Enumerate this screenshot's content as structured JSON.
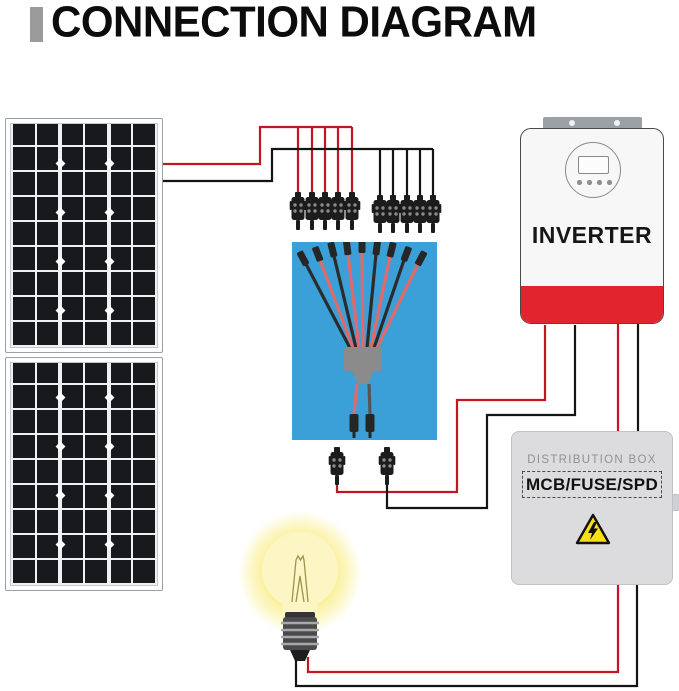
{
  "title": "CONNECTION DIAGRAM",
  "colors": {
    "title_bar": "#9b9b9b",
    "wire_red": "#c31623",
    "wire_black": "#141414",
    "inverter_red": "#e2242f",
    "photo_blue": "#3ba0d8",
    "box_gray": "#dcdcde",
    "warning_yellow": "#f8e112",
    "panel_cell": "#17191d",
    "bulb_glow": "#faee8e"
  },
  "inverter": {
    "label": "INVERTER"
  },
  "distribution_box": {
    "title": "DISTRIBUTION BOX",
    "subtitle": "MCB/FUSE/SPD",
    "icon": "high-voltage-warning-icon"
  },
  "components": {
    "solar_panel_count": 2,
    "mc4_red_connector_count": 5,
    "mc4_black_connector_count": 5,
    "branch_connector_icon": "y-branch-connector-icon",
    "load_icon": "light-bulb-icon"
  }
}
